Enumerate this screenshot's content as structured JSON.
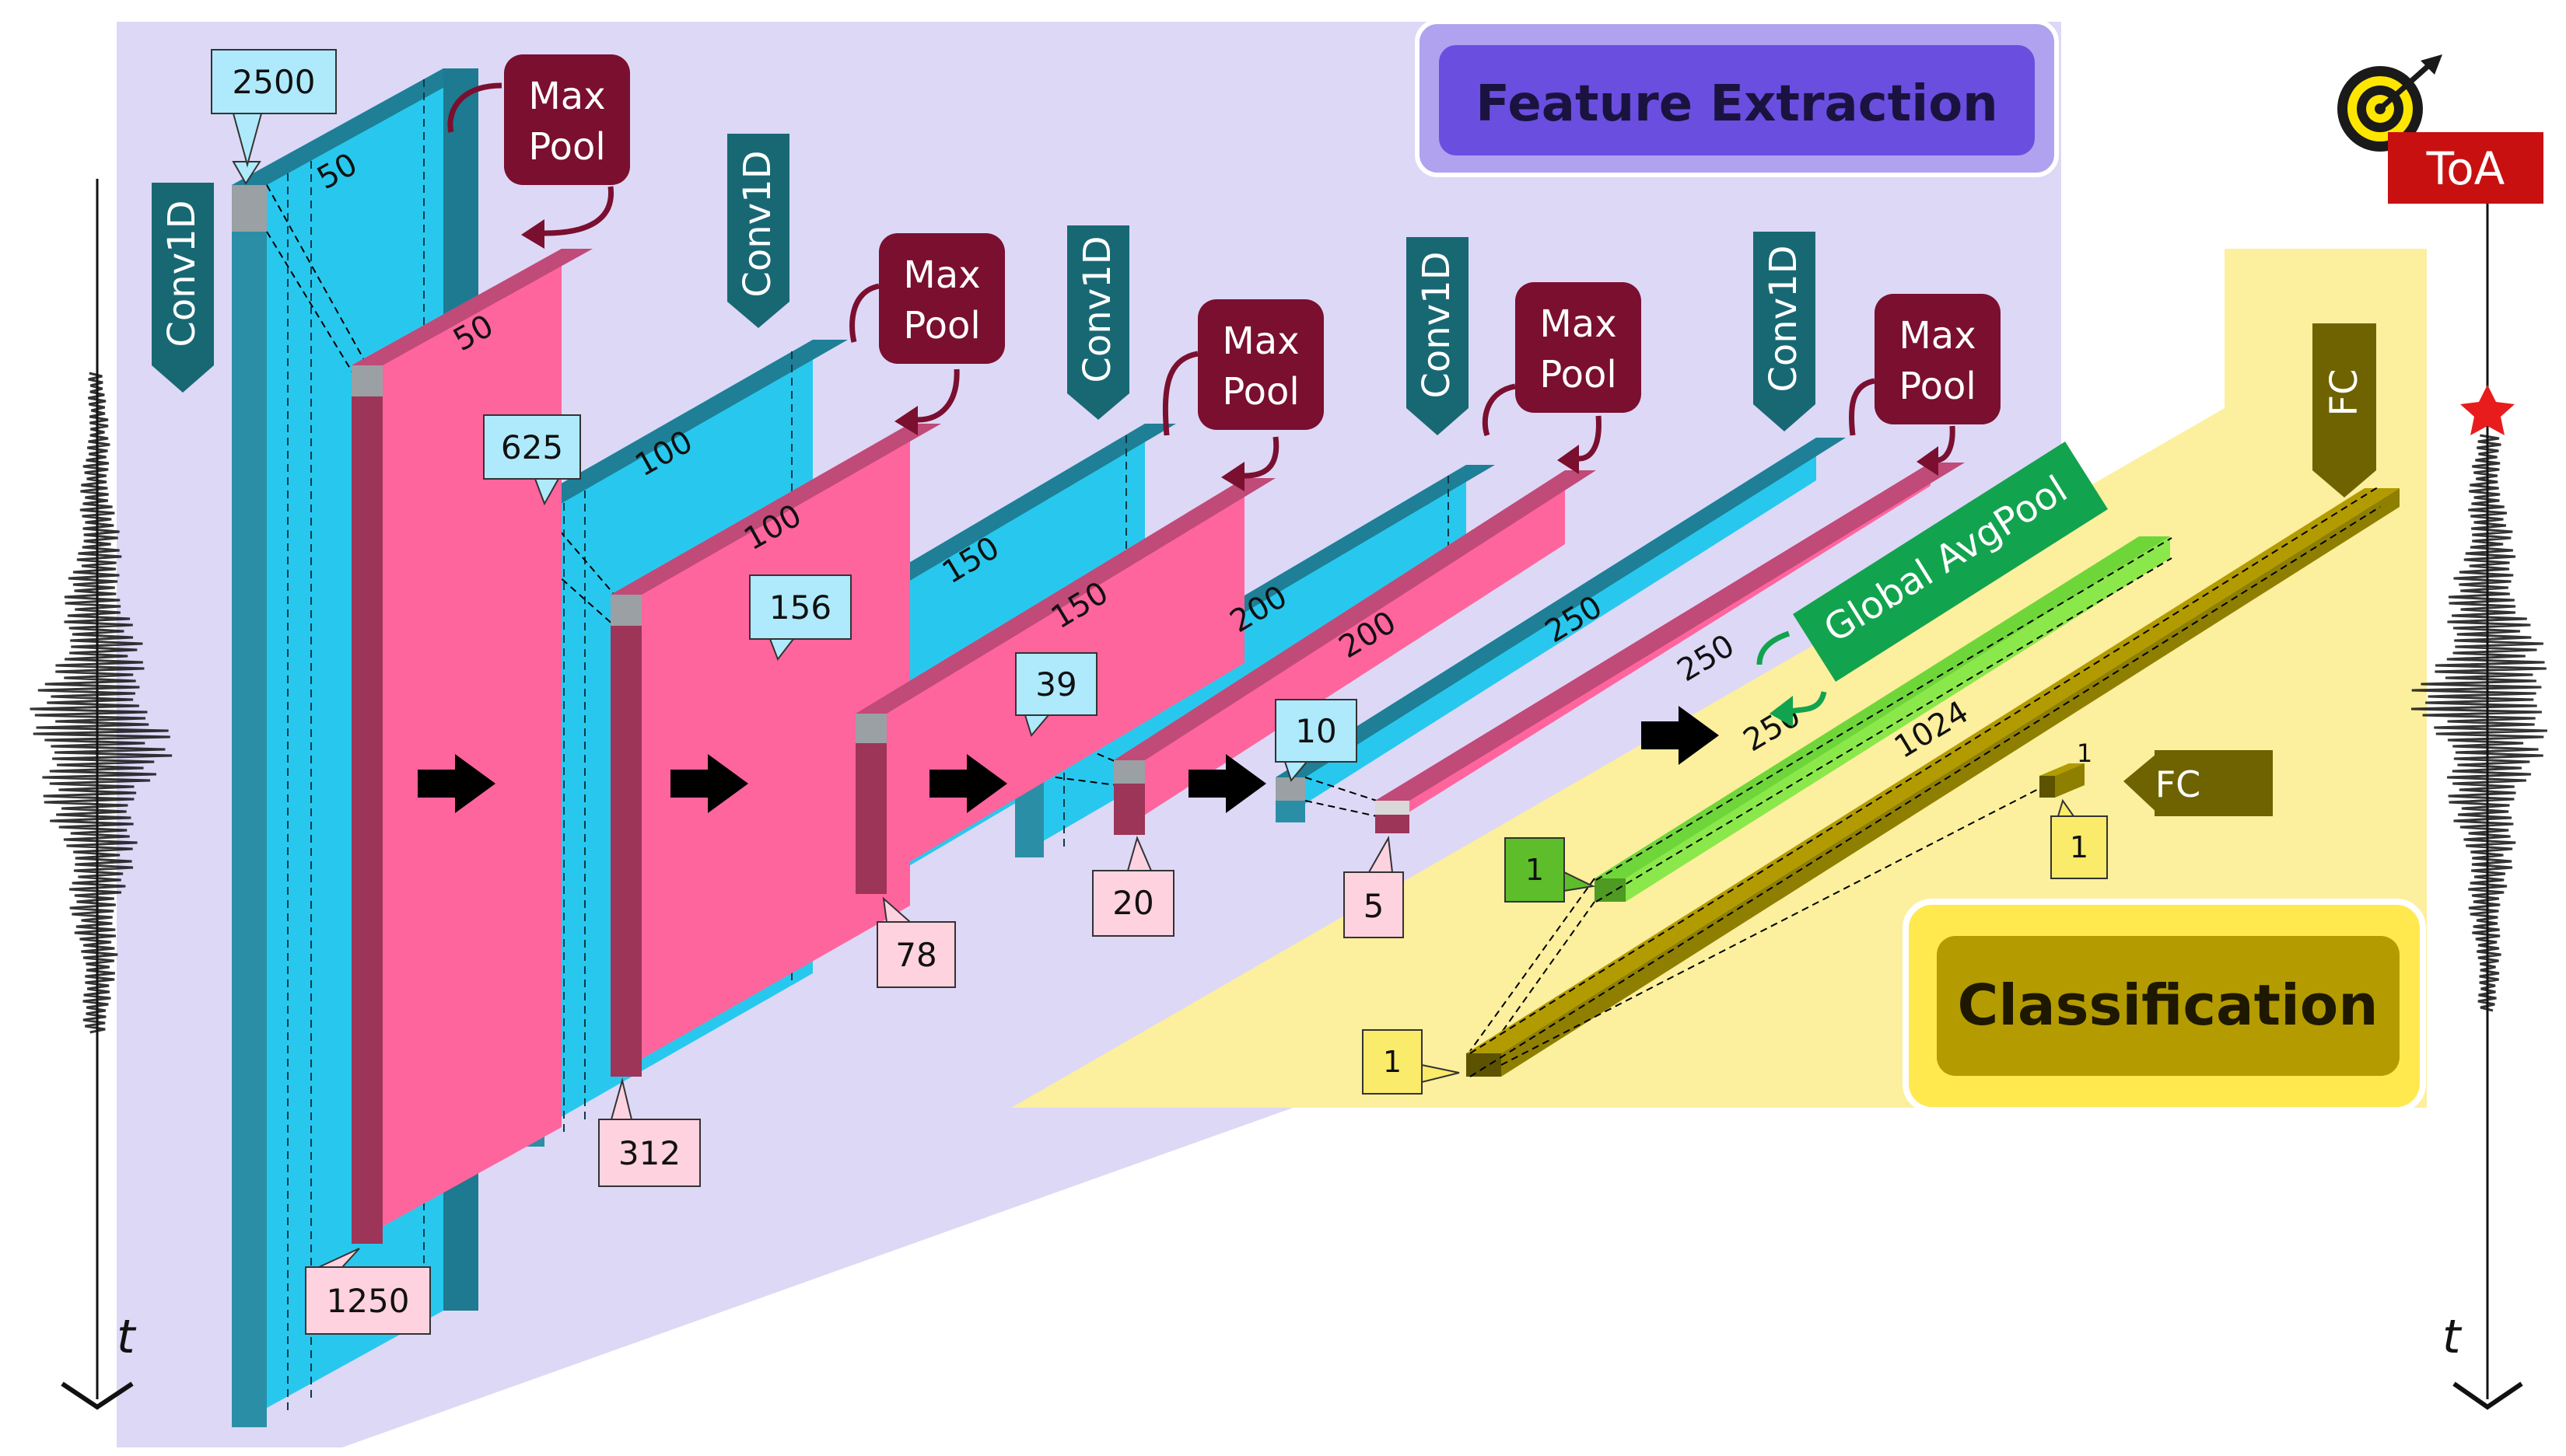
{
  "sections": {
    "feature_extraction": "Feature Extraction",
    "classification": "Classification"
  },
  "conv_labels": [
    "Conv1D",
    "Conv1D",
    "Conv1D",
    "Conv1D",
    "Conv1D"
  ],
  "pool_labels": [
    {
      "line1": "Max",
      "line2": "Pool"
    },
    {
      "line1": "Max",
      "line2": "Pool"
    },
    {
      "line1": "Max",
      "line2": "Pool"
    },
    {
      "line1": "Max",
      "line2": "Pool"
    },
    {
      "line1": "Max",
      "line2": "Pool"
    }
  ],
  "conv_blocks": [
    {
      "length": "2500",
      "filters": "50"
    },
    {
      "length": "625",
      "filters": "100"
    },
    {
      "length": "156",
      "filters": "150"
    },
    {
      "length": "39",
      "filters": "200"
    },
    {
      "length": "10",
      "filters": "250"
    }
  ],
  "pool_blocks": [
    {
      "length": "1250",
      "filters": "50"
    },
    {
      "length": "312",
      "filters": "100"
    },
    {
      "length": "78",
      "filters": "150"
    },
    {
      "length": "20",
      "filters": "200"
    },
    {
      "length": "5",
      "filters": "250"
    }
  ],
  "global_pool": {
    "label": "Global AvgPool",
    "size": "250",
    "height": "1"
  },
  "fc1": {
    "label": "FC",
    "size": "1024",
    "height": "1"
  },
  "fc2": {
    "label": "FC",
    "size": "1",
    "height": "1"
  },
  "toa_label": "ToA",
  "time_axis_label": "t",
  "colors": {
    "feature_bg": "#ddd8f6",
    "feature_badge": "#6a4ee0",
    "class_bg": "#fcef9e",
    "class_badge": "#b49c00",
    "conv_front": "#2a8fa6",
    "conv_side": "#28c8ee",
    "pool_front": "#9c3558",
    "pool_side": "#ff659d",
    "green": "#5dbd2a",
    "olive": "#8f7f00",
    "toa": "#c81010"
  }
}
